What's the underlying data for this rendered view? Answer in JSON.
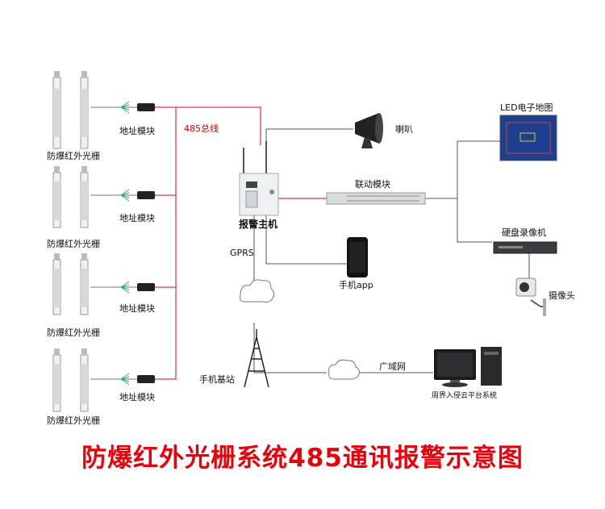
{
  "diagram": {
    "title": "防爆红外光栅系统485通讯报警示意图",
    "bus_label": "485总线",
    "gprs_label": "GPRS",
    "nodes": {
      "curtain_label": "防爆红外光栅",
      "address_module": "地址模块",
      "alarm_host": "报警主机",
      "speaker": "喇叭",
      "linkage_module": "联动模块",
      "led_map": "LED电子地图",
      "nvr": "硬盘录像机",
      "camera": "摄像头",
      "mobile_app": "手机app",
      "base_station": "手机基站",
      "wan": "广域网",
      "cloud_platform": "周界入侵云平台系统"
    },
    "colors": {
      "bus_red": "#e60012",
      "line_gray": "#555555",
      "title_red": "#e8000b"
    }
  }
}
